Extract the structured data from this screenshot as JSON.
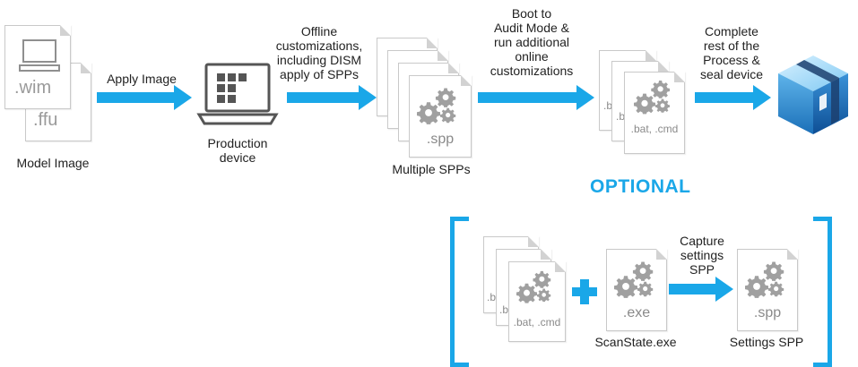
{
  "colors": {
    "accent": "#1aa7e8",
    "doc_border": "#c9c9c9",
    "gear": "#9c9c9c",
    "text": "#222222"
  },
  "source": {
    "wim_ext": ".wim",
    "ffu_ext": ".ffu",
    "label": "Model Image"
  },
  "steps": {
    "apply_image": "Apply Image",
    "offline": "Offline\ncustomizations,\nincluding DISM\napply of SPPs",
    "boot_audit": "Boot to\nAudit Mode &\nrun additional\nonline\ncustomizations",
    "complete": "Complete\nrest of the\nProcess &\nseal device"
  },
  "production_device": {
    "label": "Production\ndevice"
  },
  "multiple_spps": {
    "ext": ".spp",
    "label": "Multiple SPPs"
  },
  "scripts": {
    "ext": ".bat, .cmd",
    "partial_ext": ".b"
  },
  "optional": {
    "title": "OPTIONAL",
    "scripts_ext": ".bat, .cmd",
    "partial_ext": ".b",
    "plus": "+",
    "scanstate_ext": ".exe",
    "scanstate_label": "ScanState.exe",
    "capture": "Capture\nsettings\nSPP",
    "settings_ext": ".spp",
    "settings_label": "Settings SPP"
  },
  "icons": [
    "monitor-icon",
    "laptop-icon",
    "gear-icon",
    "package-icon",
    "arrow-right-icon",
    "plus-icon"
  ]
}
